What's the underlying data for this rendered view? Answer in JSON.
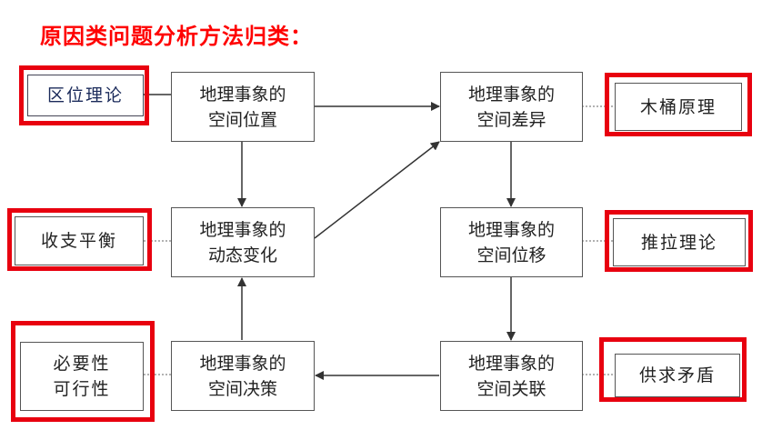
{
  "title": "原因类问题分析方法归类：",
  "center_boxes": [
    {
      "line1": "地理事象的",
      "line2": "空间位置"
    },
    {
      "line1": "地理事象的",
      "line2": "动态变化"
    },
    {
      "line1": "地理事象的",
      "line2": "空间决策"
    },
    {
      "line1": "地理事象的",
      "line2": "空间差异"
    },
    {
      "line1": "地理事象的",
      "line2": "空间位移"
    },
    {
      "line1": "地理事象的",
      "line2": "空间关联"
    }
  ],
  "theories": [
    {
      "line1": "区位理论",
      "line2": ""
    },
    {
      "line1": "收支平衡",
      "line2": ""
    },
    {
      "line1": "必要性",
      "line2": "可行性"
    },
    {
      "line1": "木桶原理",
      "line2": ""
    },
    {
      "line1": "推拉理论",
      "line2": ""
    },
    {
      "line1": "供求矛盾",
      "line2": ""
    }
  ],
  "colors": {
    "highlight": "#e8000f",
    "title": "#ff0000",
    "line": "#333333"
  }
}
